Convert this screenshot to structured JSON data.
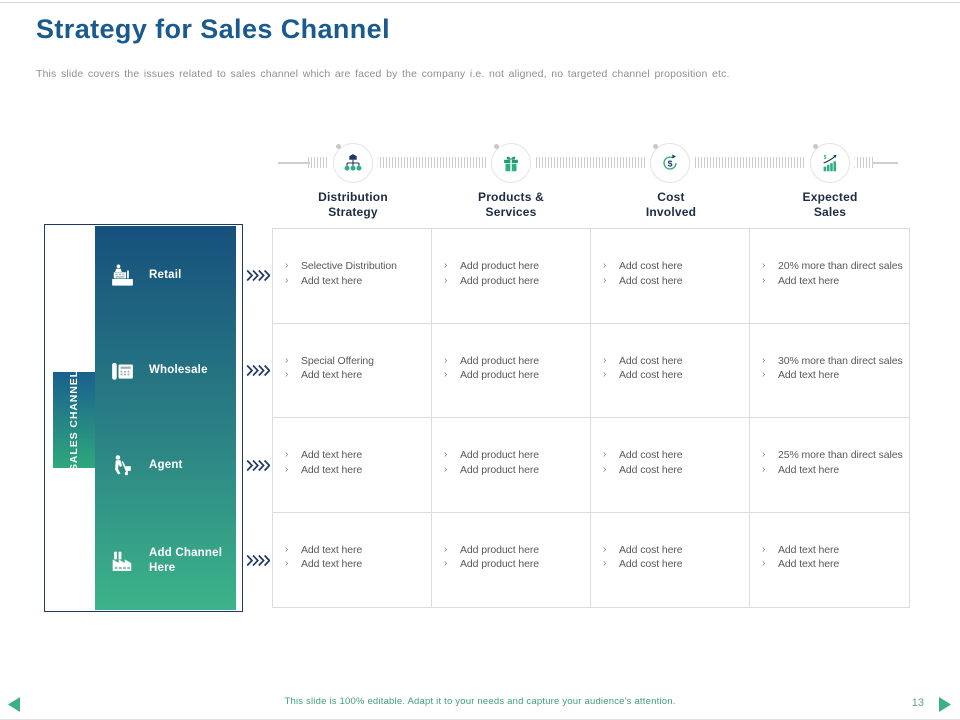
{
  "slide": {
    "title": "Strategy for Sales Channel",
    "subtitle": "This slide covers the issues related to sales channel which are faced by the company i.e. not aligned, no targeted channel proposition etc.",
    "footer_note": "This slide is 100% editable. Adapt it to your needs and capture your audience's attention.",
    "page_number": "13"
  },
  "colors": {
    "title_blue": "#1A5A8C",
    "navy": "#1F3864",
    "green_accent": "#3CB183",
    "gradient_top": "#16507D",
    "gradient_bottom": "#3CB489",
    "cell_text_gray": "#595959",
    "grid_line_gray": "#DCDCDC",
    "footer_green": "#3FA07C"
  },
  "timeline": {
    "steps": [
      {
        "icon": "distribution-network-icon",
        "line1": "Distribution",
        "line2": "Strategy"
      },
      {
        "icon": "gift-box-icon",
        "line1": "Products &",
        "line2": "Services"
      },
      {
        "icon": "dollar-cycle-icon",
        "line1": "Cost",
        "line2": "Involved"
      },
      {
        "icon": "sales-growth-chart-icon",
        "line1": "Expected",
        "line2": "Sales"
      }
    ]
  },
  "sidebar": {
    "vertical_label": "SALES CHANNEL",
    "items": [
      {
        "icon": "cash-register-icon",
        "label": "Retail"
      },
      {
        "icon": "fax-machine-icon",
        "label": "Wholesale"
      },
      {
        "icon": "agent-trolley-icon",
        "label": "Agent"
      },
      {
        "icon": "factory-icon",
        "label": "Add Channel Here"
      }
    ]
  },
  "table": {
    "bullet_char": "›",
    "rows": [
      {
        "cells": [
          [
            "Selective Distribution",
            "Add text here"
          ],
          [
            "Add product here",
            "Add product here"
          ],
          [
            "Add cost here",
            "Add cost here"
          ],
          [
            "20% more than direct sales",
            "Add text here"
          ]
        ]
      },
      {
        "cells": [
          [
            "Special Offering",
            "Add text here"
          ],
          [
            "Add product here",
            "Add product here"
          ],
          [
            "Add cost here",
            "Add cost here"
          ],
          [
            "30% more than direct sales",
            "Add text here"
          ]
        ]
      },
      {
        "cells": [
          [
            "Add text here",
            "Add text here"
          ],
          [
            "Add product here",
            "Add product here"
          ],
          [
            "Add cost here",
            "Add cost here"
          ],
          [
            "25% more than direct sales",
            "Add text here"
          ]
        ]
      },
      {
        "cells": [
          [
            "Add text here",
            "Add text here"
          ],
          [
            "Add product here",
            "Add product here"
          ],
          [
            "Add cost here",
            "Add cost here"
          ],
          [
            "Add text here",
            "Add text here"
          ]
        ]
      }
    ]
  }
}
